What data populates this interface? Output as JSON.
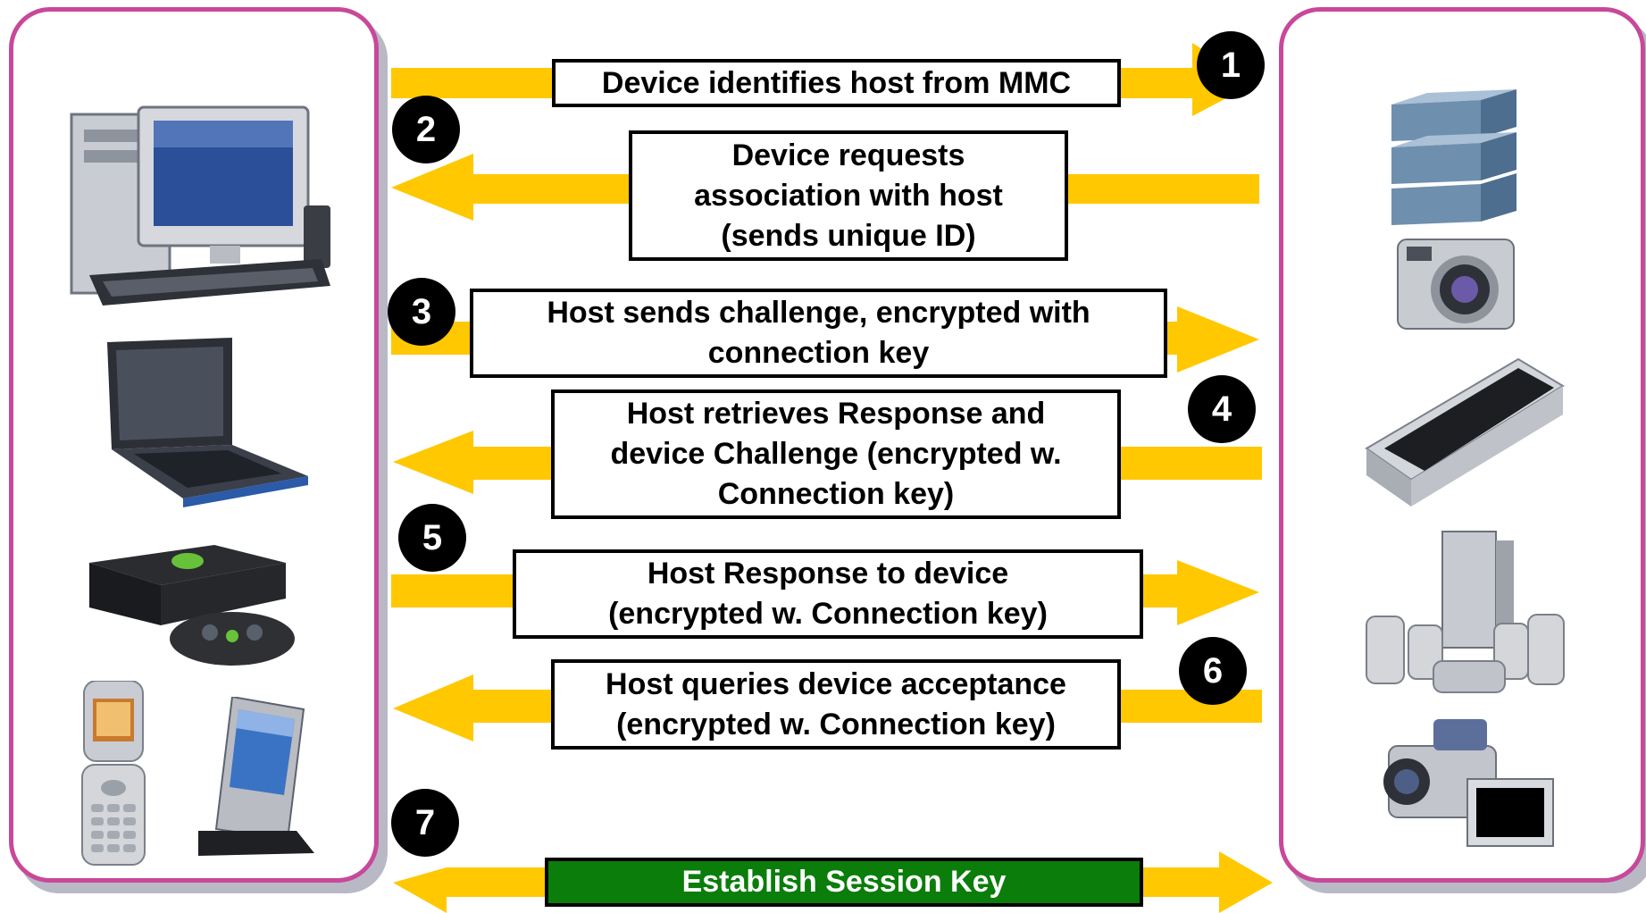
{
  "colors": {
    "arrow": "#ffc800",
    "panel_border": "#c8489a",
    "session_box": "#0a7d0a",
    "badge": "#000000"
  },
  "steps": [
    {
      "number": "1",
      "lines": [
        "Device identifies host from MMC"
      ]
    },
    {
      "number": "2",
      "lines": [
        "Device requests",
        "association with host",
        "(sends unique ID)"
      ]
    },
    {
      "number": "3",
      "lines": [
        "Host sends challenge, encrypted with",
        "connection key"
      ]
    },
    {
      "number": "4",
      "lines": [
        "Host retrieves Response and",
        "device Challenge (encrypted w.",
        "Connection key)"
      ]
    },
    {
      "number": "5",
      "lines": [
        "Host Response to device",
        "(encrypted w. Connection key)"
      ]
    },
    {
      "number": "6",
      "lines": [
        "Host queries device acceptance",
        "(encrypted w. Connection key)"
      ]
    },
    {
      "number": "7",
      "lines": [
        "Establish Session Key"
      ]
    }
  ],
  "host_devices": [
    "desktop-pc-icon",
    "laptop-icon",
    "game-console-icon",
    "flip-phone-icon",
    "pda-icon"
  ],
  "target_devices": [
    "external-drive-stack-icon",
    "digital-camera-icon",
    "scanner-icon",
    "speaker-system-icon",
    "camcorder-icon"
  ]
}
